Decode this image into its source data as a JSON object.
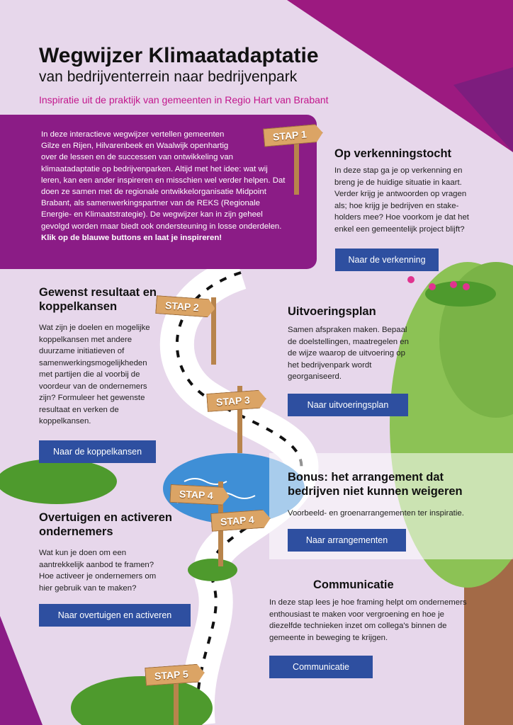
{
  "header": {
    "title": "Wegwijzer Klimaatadaptatie",
    "subtitle": "van bedrijventerrein naar bedrijvenpark",
    "tagline": "Inspiratie uit de praktijk van gemeenten in Regio Hart van Brabant"
  },
  "intro": {
    "text": "In deze interactieve wegwijzer vertellen gemeenten Gilze en Rijen, Hilvarenbeek en Waalwijk openhartig over de lessen en de successen van ontwikkeling van klimaatadaptatie op bedrijvenparken. Altijd met het idee: wat wij leren, kan een ander inspireren en misschien wel verder helpen. Dat doen ze samen met de regionale ontwikkelorganisatie Midpoint Brabant, als samenwerkingspartner van de REKS (Regionale Energie- en Klimaatstrategie). De wegwijzer kan in zijn geheel gevolgd worden maar biedt ook ondersteuning in losse onderdelen.",
    "cta": "Klik op de blauwe buttons en laat je inspireren!"
  },
  "signs": {
    "s1": "STAP 1",
    "s2": "STAP 2",
    "s3": "STAP 3",
    "s4a": "STAP 4",
    "s4b": "STAP 4",
    "s5": "STAP 5"
  },
  "sections": {
    "verkenning": {
      "title": "Op verkenningstocht",
      "text": "In deze stap ga je op verkenning en breng je de huidige situatie in kaart. Verder krijg je antwoorden op vragen als; hoe krijg je bedrijven en stake-holders mee? Hoe voorkom je dat het enkel een gemeentelijk project blijft?",
      "button": "Naar de verkenning"
    },
    "koppel": {
      "title": "Gewenst resultaat en koppelkansen",
      "text": "Wat zijn je doelen en mogelijke koppelkansen met andere duurzame initiatieven of samenwerkingsmogelijkheden met partijen die al voorbij de voordeur van de ondernemers zijn? Formuleer het gewenste resultaat en verken de koppelkansen.",
      "button": "Naar de koppelkansen"
    },
    "uitvoering": {
      "title": "Uitvoeringsplan",
      "text": "Samen afspraken maken. Bepaal de doelstellingen, maatregelen en de wijze waarop de uitvoering op het bedrijvenpark  wordt georganiseerd.",
      "button": "Naar uitvoeringsplan"
    },
    "bonus": {
      "title": "Bonus: het arrangement dat bedrijven niet kunnen weigeren",
      "text": "Voorbeeld- en groenarrangementen ter inspiratie.",
      "button": "Naar arrangementen"
    },
    "overtuigen": {
      "title": "Overtuigen en activeren ondernemers",
      "text": "Wat kun je doen om een aantrekkelijk aanbod te framen? Hoe activeer je ondernemers om hier gebruik van te maken?",
      "button": "Naar overtuigen en activeren"
    },
    "communicatie": {
      "title": "Communicatie",
      "text": "In deze stap lees je hoe framing helpt om ondernemers enthousiast te maken voor vergroening en hoe je diezelfde technieken inzet om collega's binnen de gemeente in beweging te krijgen.",
      "button": "Communicatie"
    }
  },
  "colors": {
    "bg": "#e7d7eb",
    "purple": "#8b1c86",
    "button": "#2e4fa0",
    "accent": "#c2168c"
  }
}
